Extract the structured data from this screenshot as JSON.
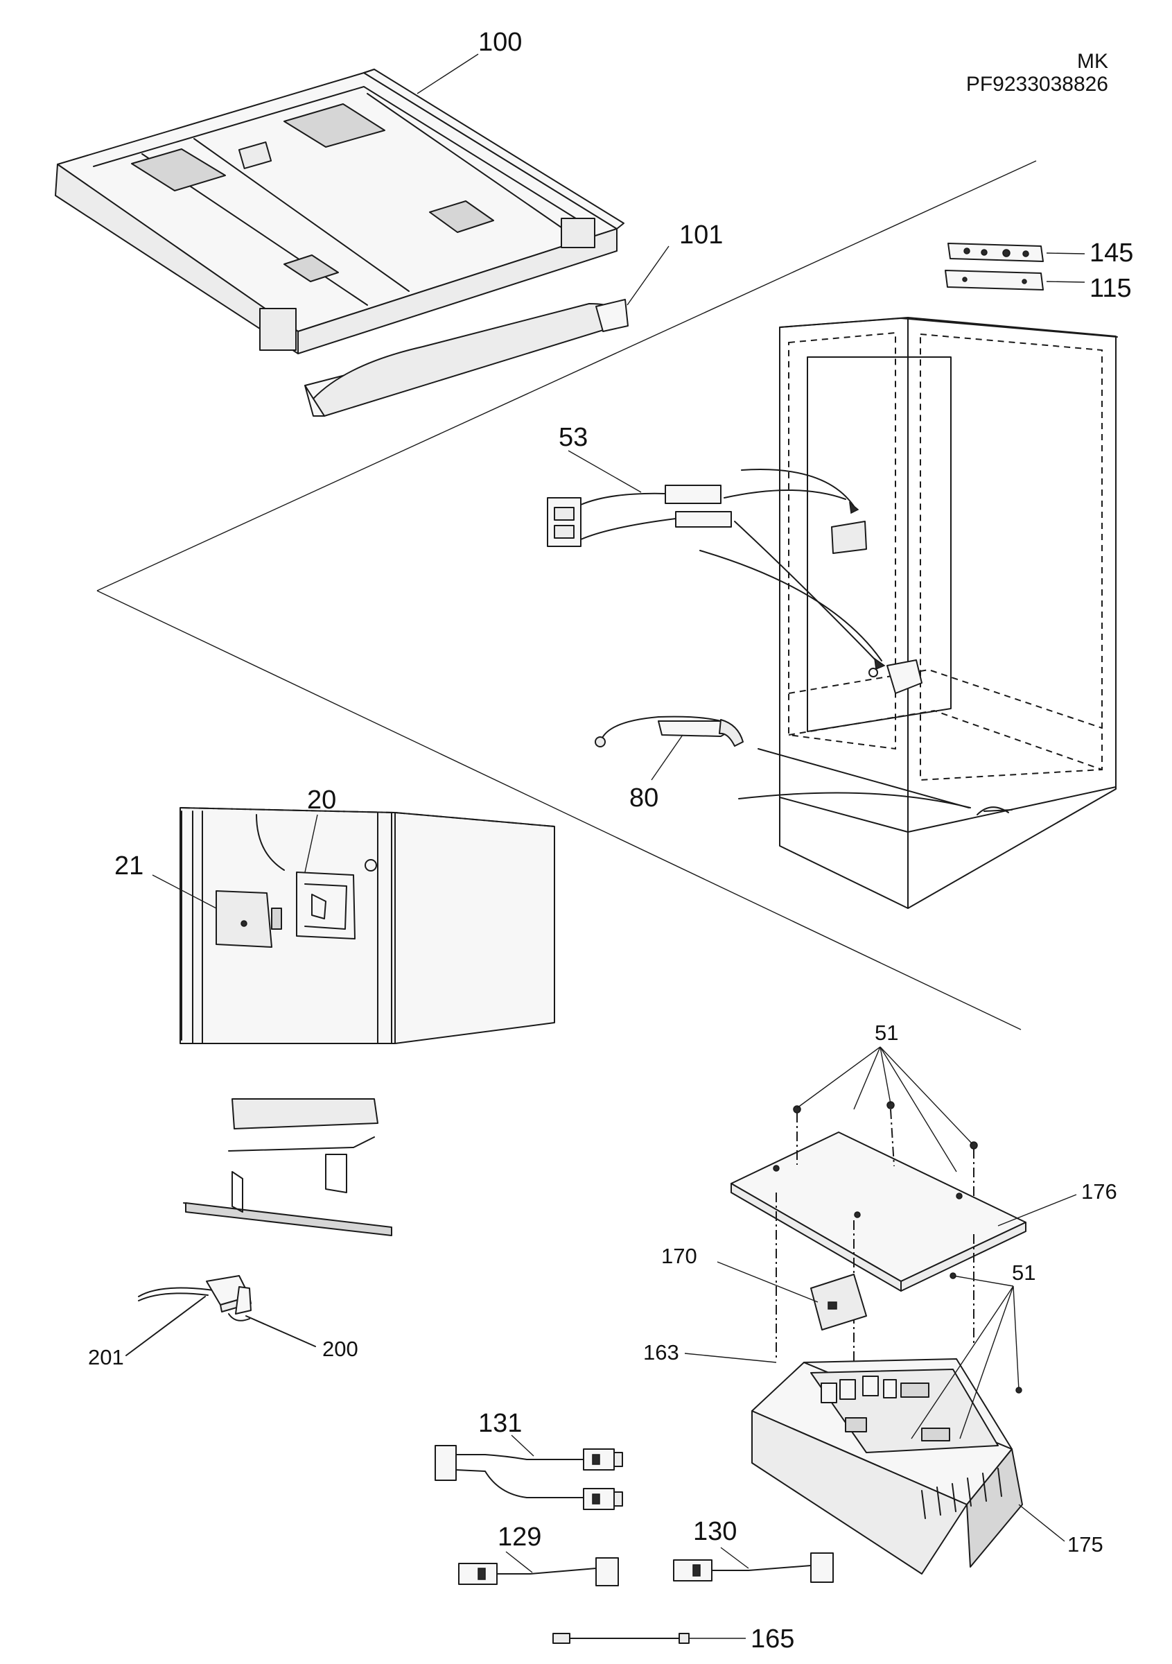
{
  "header": {
    "line1": "MK",
    "line2": "PF9233038826"
  },
  "callouts": {
    "c100": "100",
    "c101": "101",
    "c145": "145",
    "c115": "115",
    "c53": "53",
    "c80": "80",
    "c20": "20",
    "c21": "21",
    "c51a": "51",
    "c51b": "51",
    "c176": "176",
    "c170": "170",
    "c163": "163",
    "c175": "175",
    "c201": "201",
    "c200": "200",
    "c131": "131",
    "c129": "129",
    "c130": "130",
    "c165": "165"
  }
}
